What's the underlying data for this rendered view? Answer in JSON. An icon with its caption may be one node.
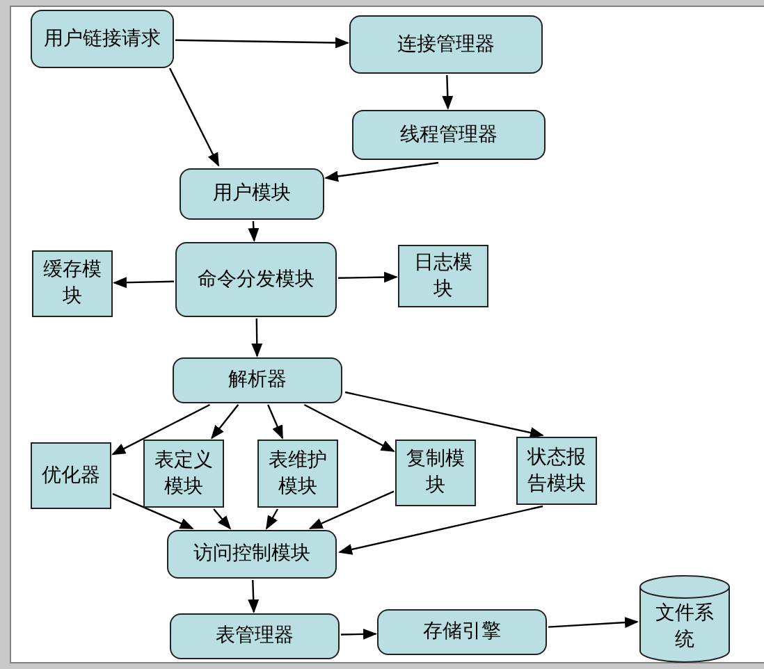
{
  "diagram": {
    "nodes": [
      {
        "text": [
          "用户链接请求"
        ]
      },
      {
        "text": [
          "连接管理器"
        ]
      },
      {
        "text": [
          "线程管理器"
        ]
      },
      {
        "text": [
          "用户模块"
        ]
      },
      {
        "text": [
          "缓存模块"
        ]
      },
      {
        "text": [
          "命令分发模块"
        ]
      },
      {
        "text": [
          "日志模块"
        ]
      },
      {
        "text": [
          "解析器"
        ]
      },
      {
        "text": [
          "优化器"
        ]
      },
      {
        "text": [
          "表定义模块"
        ]
      },
      {
        "text": [
          "表维护模块"
        ]
      },
      {
        "text": [
          "复制模块"
        ]
      },
      {
        "text": [
          "状态报告模块"
        ]
      },
      {
        "text": [
          "访问控制模块"
        ]
      },
      {
        "text": [
          "表管理器"
        ]
      },
      {
        "text": [
          "存储引擎"
        ]
      },
      {
        "text": [
          "文件系统"
        ]
      }
    ],
    "edges": [
      {
        "from": 0,
        "to": 1,
        "arrow": "to"
      },
      {
        "from": 1,
        "to": 2,
        "arrow": "to"
      },
      {
        "from": 0,
        "to": 3,
        "arrow": "to"
      },
      {
        "from": 2,
        "to": 3,
        "arrow": "to"
      },
      {
        "from": 3,
        "to": 5,
        "arrow": "to"
      },
      {
        "from": 5,
        "to": 4,
        "arrow": "to"
      },
      {
        "from": 5,
        "to": 6,
        "arrow": "to"
      },
      {
        "from": 5,
        "to": 7,
        "arrow": "to"
      },
      {
        "from": 7,
        "to": 8,
        "arrow": "to"
      },
      {
        "from": 7,
        "to": 9,
        "arrow": "to"
      },
      {
        "from": 7,
        "to": 10,
        "arrow": "to"
      },
      {
        "from": 7,
        "to": 11,
        "arrow": "to"
      },
      {
        "from": 7,
        "to": 12,
        "arrow": "to"
      },
      {
        "from": 8,
        "to": 13,
        "arrow": "to"
      },
      {
        "from": 9,
        "to": 13,
        "arrow": "to"
      },
      {
        "from": 10,
        "to": 13,
        "arrow": "to"
      },
      {
        "from": 11,
        "to": 13,
        "arrow": "to"
      },
      {
        "from": 12,
        "to": 13,
        "arrow": "to"
      },
      {
        "from": 13,
        "to": 14,
        "arrow": "to"
      },
      {
        "from": 14,
        "to": 15,
        "arrow": "to"
      },
      {
        "from": 15,
        "to": 16,
        "arrow": "to"
      }
    ]
  }
}
